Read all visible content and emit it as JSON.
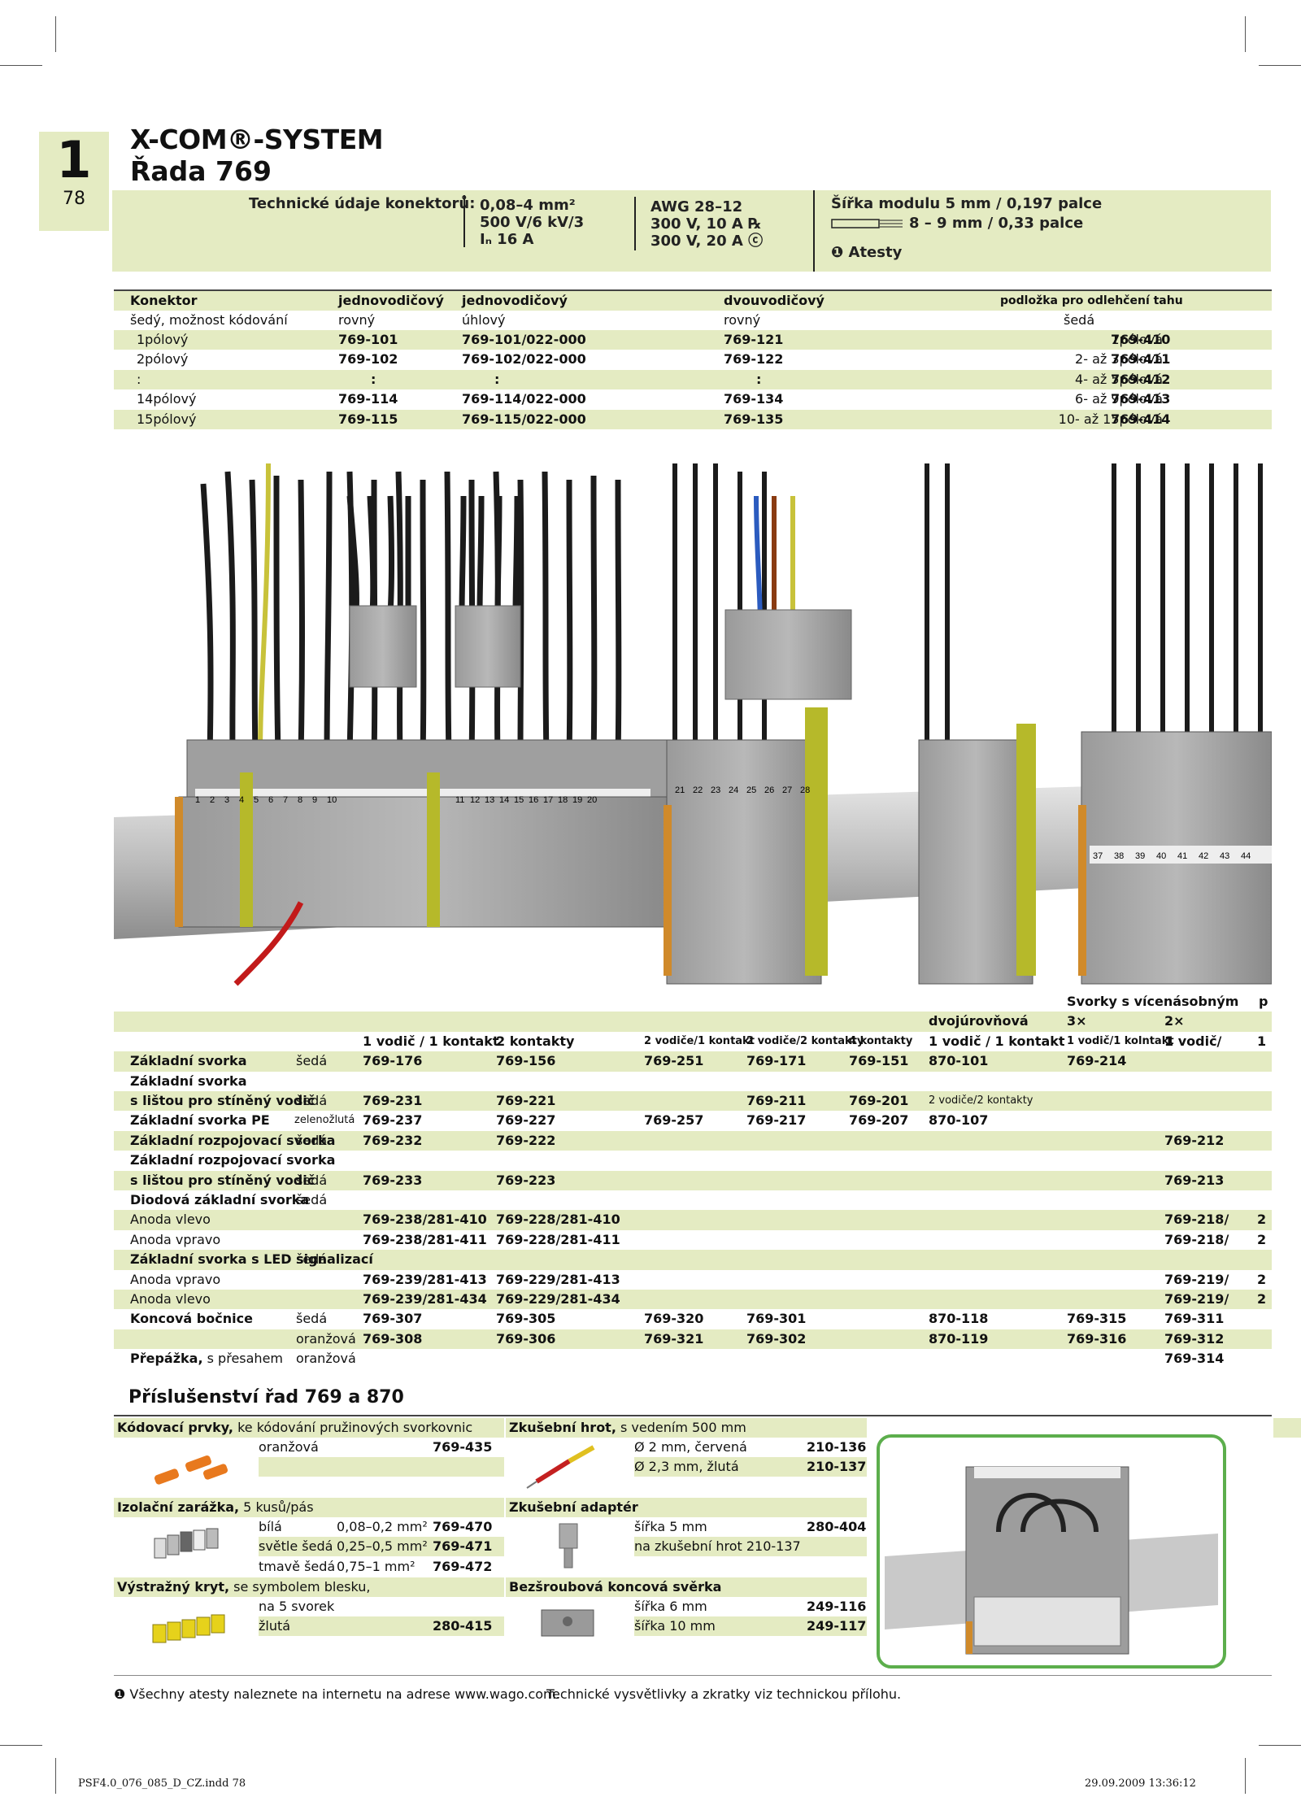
{
  "chapter": {
    "number": "1",
    "page": "78"
  },
  "title": {
    "line1": "X-COM®-SYSTEM",
    "line2": "Řada 769"
  },
  "spec": {
    "label": "Technické údaje konektorů:",
    "col1": [
      "0,08–4 mm²",
      "500 V/6 kV/3",
      "Iₙ 16 A"
    ],
    "col2": [
      "AWG 28–12",
      "300 V, 10 A ℞",
      "300 V, 20 A ⓒ"
    ],
    "col3": [
      "Šířka modulu 5 mm / 0,197 palce",
      "8 – 9 mm / 0,33 palce",
      "❶ Atesty"
    ]
  },
  "connectors": {
    "headers": [
      "Konektor",
      "jednovodičový",
      "jednovodičový",
      "dvouvodičový",
      "podložka pro odlehčení tahu"
    ],
    "subheaders": [
      "šedý, možnost kódování",
      "rovný",
      "úhlový",
      "rovný",
      "šedá"
    ],
    "rows": [
      [
        "1pólový",
        "769-101",
        "769-101/022-000",
        "769-121",
        "1pólová",
        "769-410"
      ],
      [
        "2pólový",
        "769-102",
        "769-102/022-000",
        "769-122",
        "2- až  3pólová",
        "769-411"
      ],
      [
        ":",
        ":",
        ":",
        ":",
        "4- až  5pólová",
        "769-412"
      ],
      [
        "14pólový",
        "769-114",
        "769-114/022-000",
        "769-134",
        "6- až  9pólová",
        "769-413"
      ],
      [
        "15pólový",
        "769-115",
        "769-115/022-000",
        "769-135",
        "10- až 15pólová",
        "769-414"
      ]
    ]
  },
  "terminals": {
    "group_header": "Svorky s vícenásobným",
    "group_header_cut": "p",
    "sub1": "dvojúrovňová",
    "sub2": "3×",
    "sub3": "2×",
    "cols": [
      "1 vodič / 1 kontakt",
      "2 kontakty",
      "2 vodiče/1 kontakt",
      "2 vodiče/2 kontakty",
      "4 kontakty",
      "1 vodič / 1 kontakt",
      "1 vodič/1 kolntakt",
      "1 vodič/",
      "1"
    ],
    "rows": [
      {
        "name": "Základní svorka",
        "color": "šedá",
        "v": [
          "769-176",
          "769-156",
          "769-251",
          "769-171",
          "769-151",
          "870-101",
          "769-214",
          "",
          ""
        ]
      },
      {
        "name": "Základní svorka",
        "color": "",
        "v": [
          "",
          "",
          "",
          "",
          "",
          "",
          "",
          "",
          ""
        ]
      },
      {
        "name": "s lištou pro stíněný vodič",
        "color": "šedá",
        "v": [
          "769-231",
          "769-221",
          "",
          "769-211",
          "769-201",
          "2 vodiče/2 kontakty",
          "",
          "",
          ""
        ]
      },
      {
        "name": "Základní svorka PE",
        "color": "zelenožlutá",
        "v": [
          "769-237",
          "769-227",
          "769-257",
          "769-217",
          "769-207",
          "870-107",
          "",
          "",
          ""
        ]
      },
      {
        "name": "Základní rozpojovací svorka",
        "color": "šedá",
        "v": [
          "769-232",
          "769-222",
          "",
          "",
          "",
          "",
          "",
          "769-212",
          ""
        ]
      },
      {
        "name": "Základní rozpojovací svorka",
        "color": "",
        "v": [
          "",
          "",
          "",
          "",
          "",
          "",
          "",
          "",
          ""
        ]
      },
      {
        "name": "s lištou pro stíněný vodič",
        "color": "šedá",
        "v": [
          "769-233",
          "769-223",
          "",
          "",
          "",
          "",
          "",
          "769-213",
          ""
        ]
      },
      {
        "name": "Diodová základní svorka",
        "color": "šedá",
        "v": [
          "",
          "",
          "",
          "",
          "",
          "",
          "",
          "",
          ""
        ]
      },
      {
        "name": "Anoda vlevo",
        "color": "",
        "v": [
          "769-238/281-410",
          "769-228/281-410",
          "",
          "",
          "",
          "",
          "",
          "769-218/",
          "2"
        ]
      },
      {
        "name": "Anoda vpravo",
        "color": "",
        "v": [
          "769-238/281-411",
          "769-228/281-411",
          "",
          "",
          "",
          "",
          "",
          "769-218/",
          "2"
        ]
      },
      {
        "name": "Základní svorka s LED signalizací",
        "color": "šedá",
        "v": [
          "",
          "",
          "",
          "",
          "",
          "",
          "",
          "",
          ""
        ]
      },
      {
        "name": "Anoda vpravo",
        "color": "",
        "v": [
          "769-239/281-413",
          "769-229/281-413",
          "",
          "",
          "",
          "",
          "",
          "769-219/",
          "2"
        ]
      },
      {
        "name": "Anoda vlevo",
        "color": "",
        "v": [
          "769-239/281-434",
          "769-229/281-434",
          "",
          "",
          "",
          "",
          "",
          "769-219/",
          "2"
        ]
      },
      {
        "name": "Koncová bočnice",
        "color": "šedá",
        "v": [
          "769-307",
          "769-305",
          "769-320",
          "769-301",
          "",
          "870-118",
          "769-315",
          "769-311",
          ""
        ]
      },
      {
        "name": "",
        "color": "oranžová",
        "v": [
          "769-308",
          "769-306",
          "769-321",
          "769-302",
          "",
          "870-119",
          "769-316",
          "769-312",
          ""
        ]
      },
      {
        "name": "Přepážka, s přesahem",
        "color": "oranžová",
        "v": [
          "",
          "",
          "",
          "",
          "",
          "",
          "",
          "769-314",
          ""
        ]
      }
    ]
  },
  "accessories": {
    "title": "Příslušenství řad 769 a 870",
    "coding": {
      "head": "Kódovací prvky,",
      "head_rest": " ke kódování pružinových svorkovnic",
      "color": "oranžová",
      "code": "769-435"
    },
    "stop": {
      "head": "Izolační zarážka,",
      "head_rest": " 5 kusů/pás",
      "rows": [
        [
          "bílá",
          "0,08–0,2 mm²",
          "769-470"
        ],
        [
          "světle šedá",
          "0,25–0,5 mm²",
          "769-471"
        ],
        [
          "tmavě šedá",
          "0,75–1 mm²",
          "769-472"
        ]
      ]
    },
    "cover": {
      "head": "Výstražný kryt,",
      "head_rest": " se symbolem blesku,",
      "line1": "na 5 svorek",
      "color": "žlutá",
      "code": "280-415"
    },
    "probe": {
      "head": "Zkušební hrot,",
      "head_rest": " s vedením 500 mm",
      "rows": [
        [
          "Ø 2 mm, červená",
          "210-136"
        ],
        [
          "Ø 2,3 mm, žlutá",
          "210-137"
        ]
      ]
    },
    "adapter": {
      "head": "Zkušební adaptér",
      "rows": [
        [
          "šířka 5 mm",
          "280-404"
        ],
        [
          "na zkušební hrot 210-137",
          ""
        ]
      ]
    },
    "endstop": {
      "head": "Bezšroubová koncová svěrka",
      "rows": [
        [
          "šířka  6 mm",
          "249-116"
        ],
        [
          "šířka 10 mm",
          "249-117"
        ]
      ]
    }
  },
  "footnote": {
    "left": "❶ Všechny atesty naleznete na internetu na adrese www.wago.com.",
    "right": "Technické vysvětlivky a zkratky viz technickou přílohu."
  },
  "footer": {
    "file": "PSF4.0_076_085_D_CZ.indd  78",
    "date": "29.09.2009  13:36:12"
  },
  "photo_labels": {
    "a": [
      "1",
      "2",
      "3",
      "4",
      "5",
      "6",
      "7",
      "8",
      "9",
      "10",
      "11",
      "12",
      "13",
      "14",
      "15",
      "16",
      "17",
      "18",
      "19",
      "20"
    ],
    "b": [
      "21",
      "22",
      "23",
      "24",
      "25",
      "26",
      "27",
      "28"
    ],
    "c": [
      "37",
      "38",
      "39",
      "40",
      "41",
      "42",
      "43",
      "44"
    ]
  }
}
